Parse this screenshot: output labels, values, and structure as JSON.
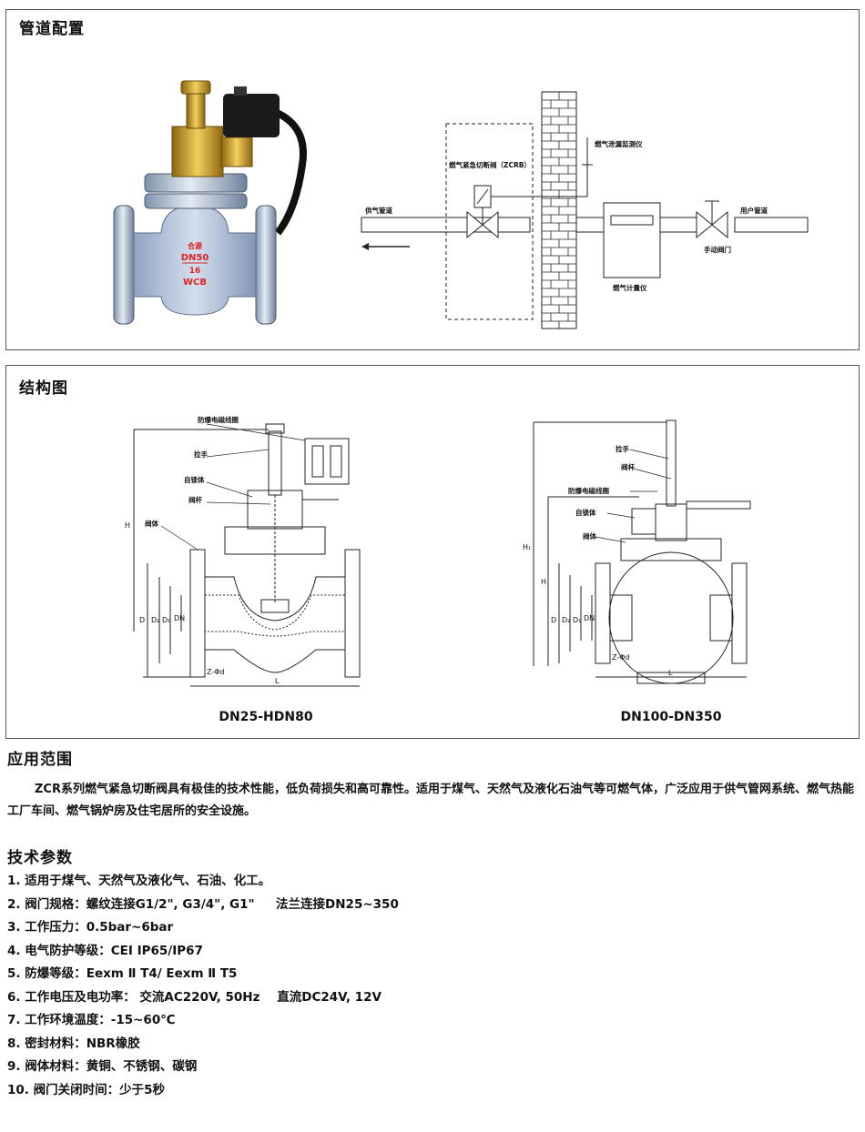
{
  "panel1": {
    "title": "管道配置",
    "valve_marks": {
      "brand": "合源",
      "size": "DN50",
      "pressure": "16",
      "material": "WCB"
    },
    "diagram": {
      "monitor": "燃气泄漏监测仪",
      "valve": "燃气紧急切断阀（ZCRB）",
      "supply": "供气管道",
      "meter": "燃气计量仪",
      "user": "用户管道",
      "manual_valve": "手动阀门"
    }
  },
  "panel2": {
    "title": "结构图",
    "left": {
      "coil": "防爆电磁线圈",
      "handle": "拉手",
      "lock": "自锁体",
      "stem": "阀杆",
      "body": "阀体",
      "dims": {
        "H": "H",
        "D": "D",
        "D2": "D₂",
        "D1": "D₁",
        "DN": "DN",
        "L": "L",
        "bolt": "Z-Φd"
      },
      "caption": "DN25-HDN80"
    },
    "right": {
      "handle": "拉手",
      "stem": "阀杆",
      "coil": "防爆电磁线圈",
      "lock": "自锁体",
      "body": "阀体",
      "dims": {
        "H1": "H₁",
        "H": "H",
        "D": "D",
        "D2": "D₂",
        "D1": "D₁",
        "DN": "DN",
        "L": "L",
        "bolt": "Z-Φd"
      },
      "caption": "DN100-DN350"
    }
  },
  "application": {
    "title": "应用范围",
    "text": "ZCR系列燃气紧急切断阀具有极佳的技术性能，低负荷损失和高可靠性。适用于煤气、天然气及液化石油气等可燃气体，广泛应用于供气管网系统、燃气热能工厂车间、燃气锅炉房及住宅居所的安全设施。"
  },
  "specs": {
    "title": "技术参数",
    "items": [
      "1. 适用于煤气、天然气及液化气、石油、化工。",
      "2. 阀门规格：螺纹连接G1/2\", G3/4\", G1\"     法兰连接DN25~350",
      "3. 工作压力：0.5bar~6bar",
      "4. 电气防护等级：CEI IP65/IP67",
      "5. 防爆等级：Eexm Ⅱ T4/ Eexm Ⅱ T5",
      "6. 工作电压及电功率： 交流AC220V, 50Hz    直流DC24V, 12V",
      "7. 工作环境温度：-15~60℃",
      "8. 密封材料：NBR橡胶",
      "9. 阀体材料：黄铜、不锈钢、碳钢",
      "10. 阀门关闭时间：少于5秒"
    ]
  }
}
